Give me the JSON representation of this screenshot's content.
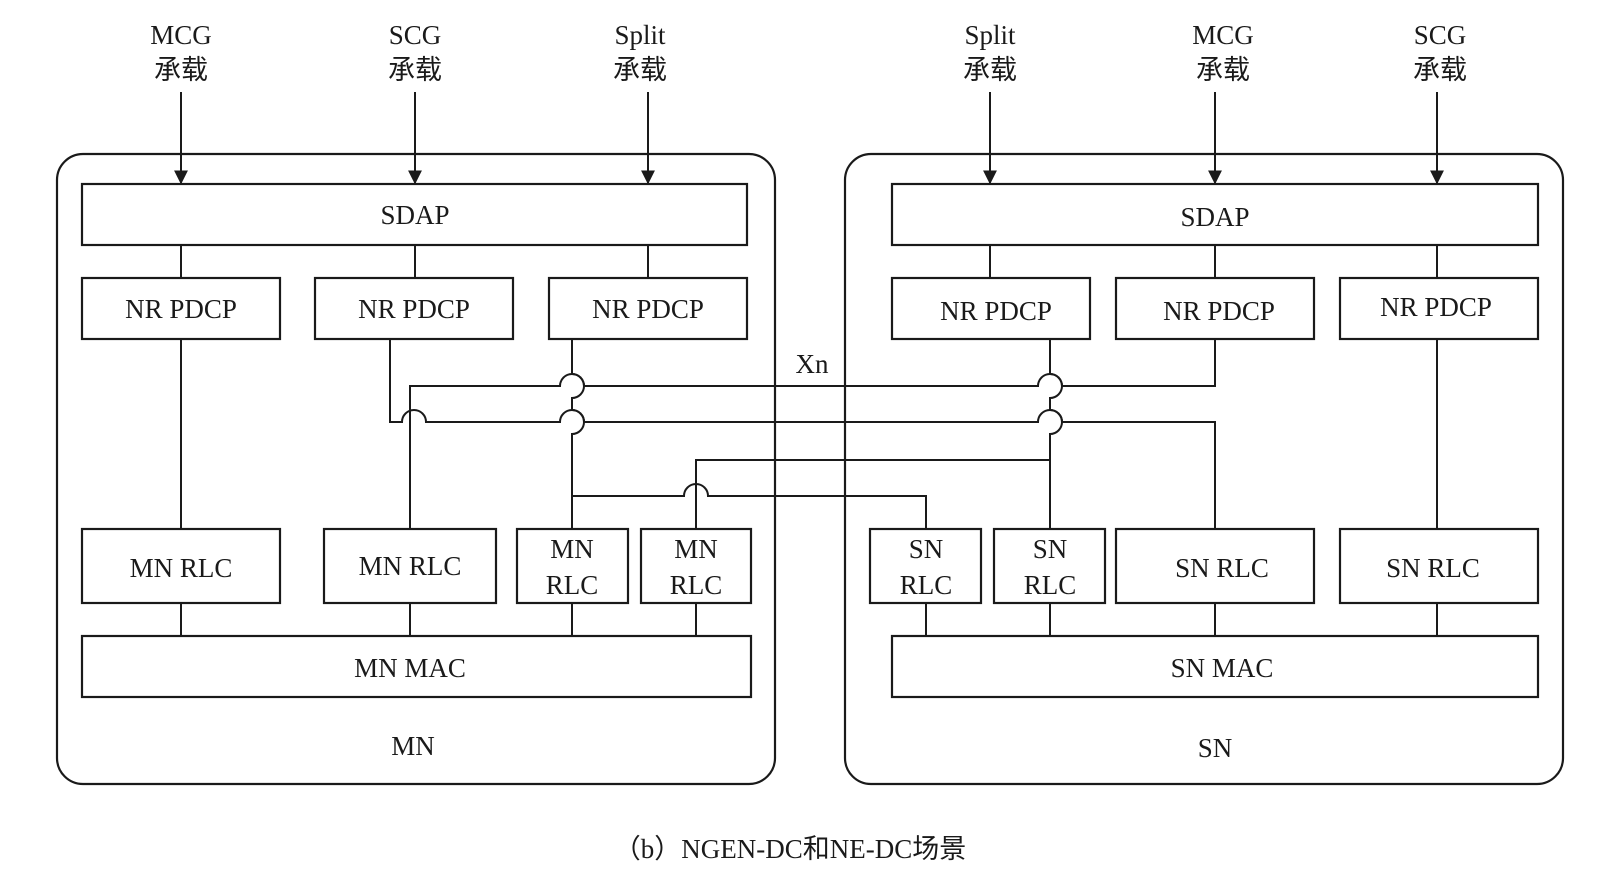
{
  "bearers_mn": [
    {
      "line1": "MCG",
      "line2": "承载"
    },
    {
      "line1": "SCG",
      "line2": "承载"
    },
    {
      "line1": "Split",
      "line2": "承载"
    }
  ],
  "bearers_sn": [
    {
      "line1": "Split",
      "line2": "承载"
    },
    {
      "line1": "MCG",
      "line2": "承载"
    },
    {
      "line1": "SCG",
      "line2": "承载"
    }
  ],
  "mn": {
    "node_label": "MN",
    "sdap": "SDAP",
    "pdcp": [
      "NR PDCP",
      "NR PDCP",
      "NR PDCP"
    ],
    "rlc_single": [
      "MN RLC",
      "MN RLC"
    ],
    "rlc_split": [
      {
        "line1": "MN",
        "line2": "RLC"
      },
      {
        "line1": "MN",
        "line2": "RLC"
      }
    ],
    "mac": "MN MAC"
  },
  "sn": {
    "node_label": "SN",
    "sdap": "SDAP",
    "pdcp": [
      "NR PDCP",
      "NR PDCP",
      "NR PDCP"
    ],
    "rlc_split": [
      {
        "line1": "SN",
        "line2": "RLC"
      },
      {
        "line1": "SN",
        "line2": "RLC"
      }
    ],
    "rlc_single": [
      "SN RLC",
      "SN RLC"
    ],
    "mac": "SN MAC"
  },
  "interface_label": "Xn",
  "caption": "（b）NGEN-DC和NE-DC场景"
}
